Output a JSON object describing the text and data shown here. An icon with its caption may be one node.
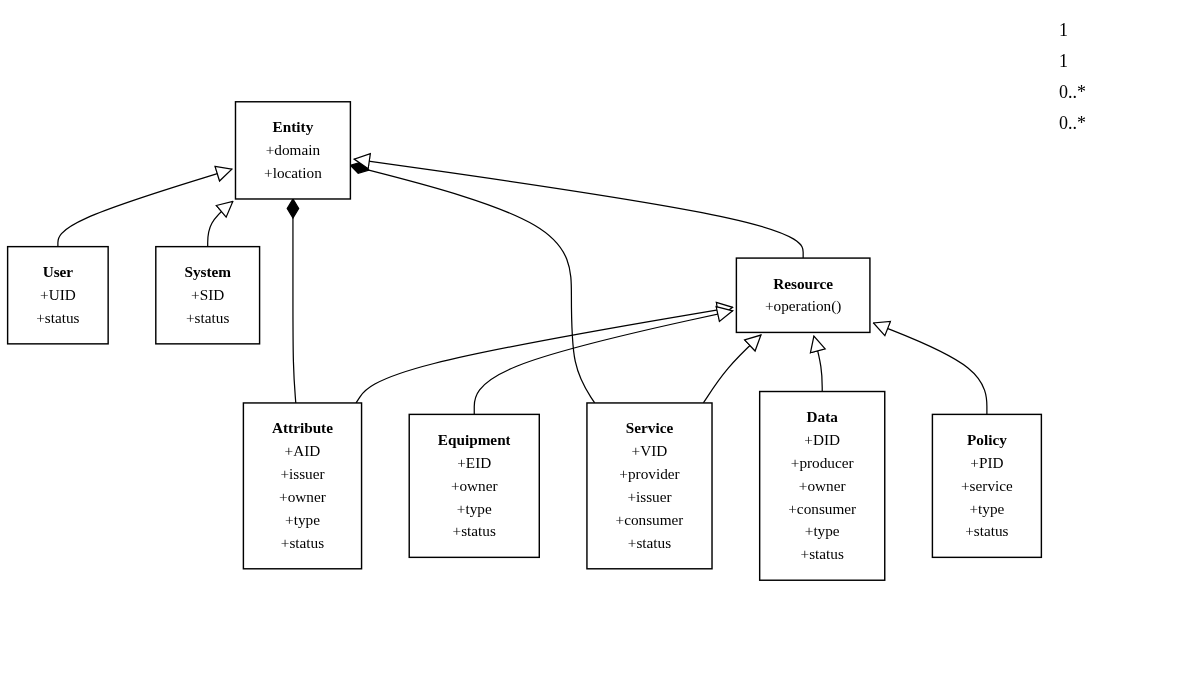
{
  "diagram": {
    "nodes": [
      {
        "text": [
          "Entity",
          "+domain",
          "+location"
        ]
      },
      {
        "text": [
          "User",
          "+UID",
          "+status"
        ]
      },
      {
        "text": [
          "System",
          "+SID",
          "+status"
        ]
      },
      {
        "text": [
          "Resource",
          "+operation()"
        ]
      },
      {
        "text": [
          "Attribute",
          "+AID",
          "+issuer",
          "+owner",
          "+type",
          "+status"
        ]
      },
      {
        "text": [
          "Equipment",
          "+EID",
          "+owner",
          "+type",
          "+status"
        ]
      },
      {
        "text": [
          "Data",
          "+DID",
          "+producer",
          "+owner",
          "+consumer",
          "+type",
          "+status"
        ]
      },
      {
        "text": [
          "Policy",
          "+PID",
          "+service",
          "+type",
          "+status"
        ]
      },
      {
        "text": [
          "Service",
          "+VID",
          "+provider",
          "+issuer",
          "+consumer",
          "+status"
        ]
      }
    ],
    "edges": [
      {
        "from": 4,
        "to": 0,
        "arrow": "other"
      },
      {
        "from": 8,
        "to": 0,
        "arrow": "other"
      },
      {
        "from": 1,
        "to": 0,
        "arrow": "to"
      },
      {
        "from": 2,
        "to": 0,
        "arrow": "to"
      },
      {
        "from": 3,
        "to": 0,
        "arrow": "to"
      },
      {
        "from": 4,
        "to": 3,
        "arrow": "to"
      },
      {
        "from": 5,
        "to": 3,
        "arrow": "to"
      },
      {
        "from": 6,
        "to": 3,
        "arrow": "to"
      },
      {
        "from": 7,
        "to": 3,
        "arrow": "to"
      },
      {
        "from": 8,
        "to": 3,
        "arrow": "to"
      }
    ],
    "labels": [
      "1",
      "1",
      "0..*",
      "0..*"
    ]
  }
}
